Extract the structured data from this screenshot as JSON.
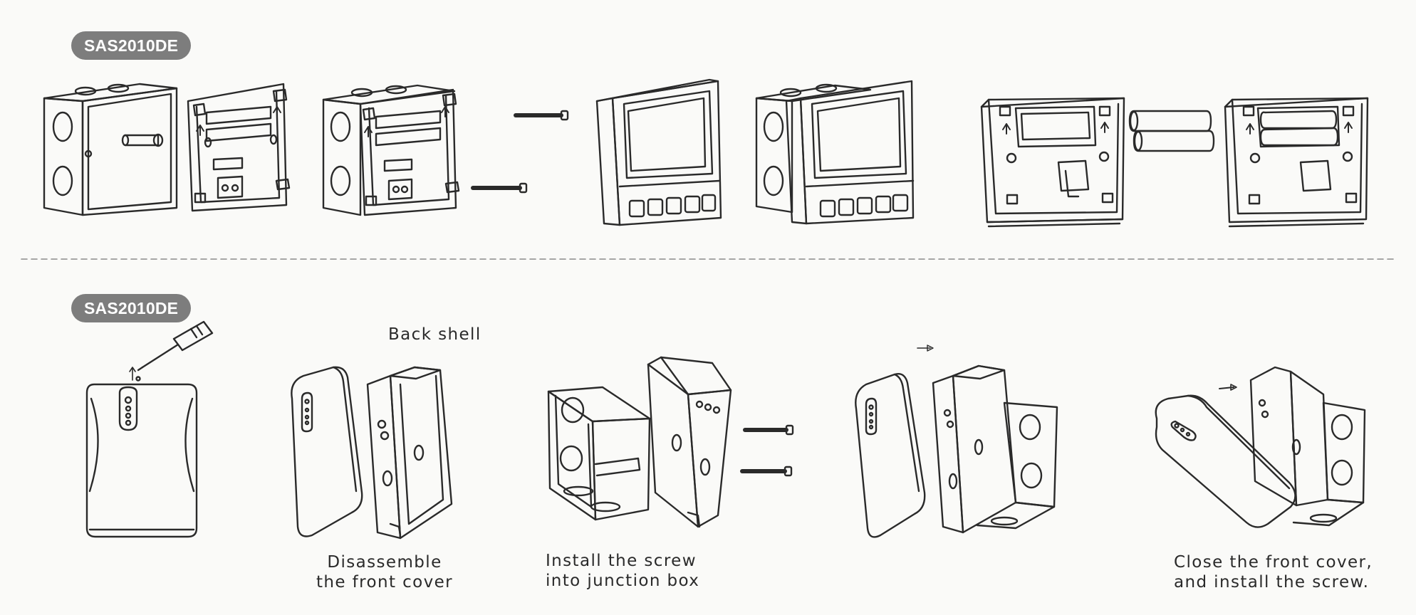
{
  "sections": [
    {
      "model_label": "SAS2010DE"
    },
    {
      "model_label": "SAS2010DE"
    }
  ],
  "labels": {
    "back_shell": "Back shell"
  },
  "steps": [
    {
      "line1": "Disassemble",
      "line2": "the front cover"
    },
    {
      "line1": "Install the screw",
      "line2": "into junction box"
    },
    {
      "line1": "Close the front cover,",
      "line2": "and install the screw."
    }
  ],
  "colors": {
    "badge": "#7d7d7d",
    "line": "#2a2a2a",
    "divider": "#8a8a8a",
    "background": "#fafaf8"
  },
  "icons": [
    "junction-box-icon",
    "back-plate-icon",
    "screw-icon",
    "thermostat-front-icon",
    "battery-icon",
    "screwdriver-icon",
    "arrow-icon"
  ]
}
